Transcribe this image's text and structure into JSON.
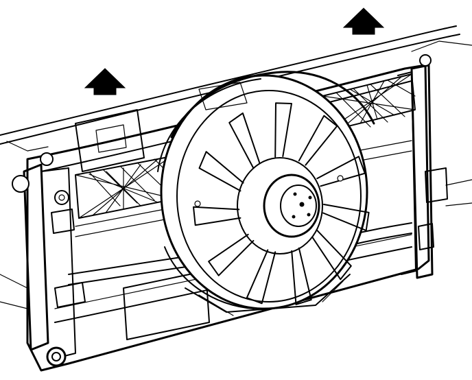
{
  "figure": {
    "subject": "",
    "line_color": "#000000",
    "background": "#ffffff"
  },
  "fan": {
    "blade_count": 11
  },
  "arrows": {
    "count": 2,
    "direction": "up"
  }
}
